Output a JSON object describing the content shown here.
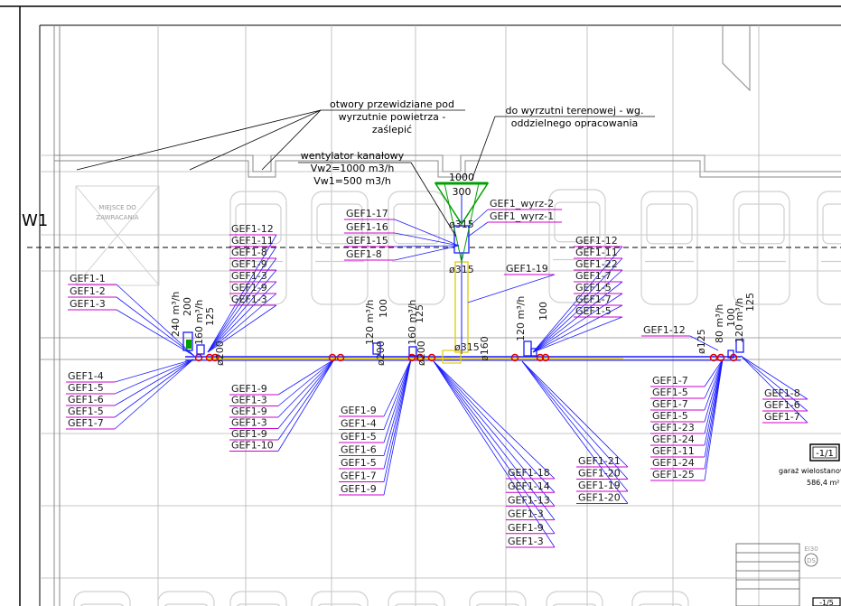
{
  "annotations": {
    "openings_note": [
      "otwory przewidziane pod",
      "wyrzutnie powietrza -",
      "zaślepić"
    ],
    "roof_outlet_note": [
      "do wyrzutni terenowej - wg.",
      "oddzielnego opracowania"
    ],
    "fan_note": [
      "wentylator kanałowy",
      "Vw2=1000 m3/h",
      "Vw1=500 m3/h"
    ],
    "axis_label": "W1",
    "turning_area": [
      "MIEJSCE DO",
      "ZAWRACANIA"
    ],
    "vent_size_top": "1000",
    "vent_size_bottom": "300",
    "room_number": "-1/1",
    "room_name": "garaż wielostanow",
    "room_area": "586,4 m²",
    "stair_code": "EI30",
    "stair_code2": "DS",
    "stair_label": "-1/5"
  },
  "fan_tags": [
    "GEF1_wyrz-2",
    "GEF1_wyrz-1"
  ],
  "label_groups": {
    "left_top": [
      "GEF1-1",
      "GEF1-2",
      "GEF1-3"
    ],
    "left_bottom": [
      "GEF1-4",
      "GEF1-5",
      "GEF1-6",
      "GEF1-5",
      "GEF1-7"
    ],
    "col2_top": [
      "GEF1-12",
      "GEF1-11",
      "GEF1-8",
      "GEF1-9",
      "GEF1-3",
      "GEF1-9",
      "GEF1-3"
    ],
    "col2_bottom": [
      "GEF1-9",
      "GEF1-3",
      "GEF1-9",
      "GEF1-3",
      "GEF1-9",
      "GEF1-10"
    ],
    "col3_top": [
      "GEF1-17",
      "GEF1-16",
      "GEF1-15",
      "GEF1-8"
    ],
    "col3_bottom": [
      "GEF1-9",
      "GEF1-4",
      "GEF1-5",
      "GEF1-6",
      "GEF1-5",
      "GEF1-7",
      "GEF1-9"
    ],
    "mid_right": [
      "GEF1-19"
    ],
    "col4_top": [
      "GEF1-12",
      "GEF1-11",
      "GEF1-22",
      "GEF1-7",
      "GEF1-5",
      "GEF1-7",
      "GEF1-5"
    ],
    "bottom_center": [
      "GEF1-18",
      "GEF1-14",
      "GEF1-13",
      "GEF1-3",
      "GEF1-9",
      "GEF1-3"
    ],
    "bottom_right_mid": [
      "GEF1-21",
      "GEF1-20",
      "GEF1-19",
      "GEF1-20"
    ],
    "right_top": [
      "GEF1-12"
    ],
    "right_bottom": [
      "GEF1-7",
      "GEF1-5",
      "GEF1-7",
      "GEF1-5",
      "GEF1-23",
      "GEF1-24",
      "GEF1-11",
      "GEF1-24",
      "GEF1-25"
    ],
    "far_right": [
      "GEF1-8",
      "GEF1-6",
      "GEF1-7"
    ]
  },
  "flow_labels": [
    "240 m³/h",
    "160 m³/h",
    "120 m³/h",
    "160 m³/h",
    "120 m³/h",
    "80 m³/h",
    "120 m³/h"
  ],
  "duct_sizes": [
    "200",
    "125",
    "100",
    "125",
    "100",
    "100",
    "125"
  ],
  "diameter_labels": [
    "ø200",
    "ø200",
    "ø200",
    "ø315",
    "ø315",
    "ø315",
    "ø160",
    "ø125"
  ],
  "colors": {
    "leader_blue": "#1a1aff",
    "underline_magenta": "#cc00cc",
    "tag_green": "#00a000",
    "duct_yellow": "#e6d020",
    "damper_red": "#e00000",
    "grid_grey": "#b5b5b5",
    "car_grey": "#cfcfcf"
  }
}
